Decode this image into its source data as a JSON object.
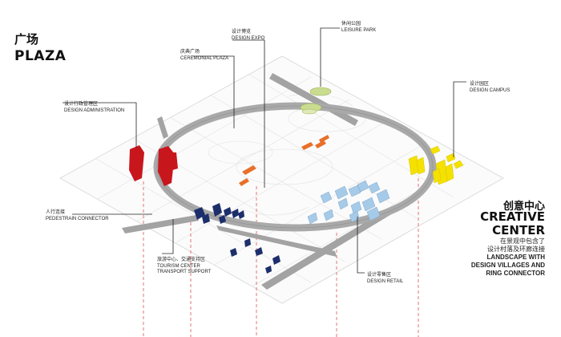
{
  "title": {
    "cn": "广场",
    "en": "PLAZA"
  },
  "labels": {
    "design_expo": {
      "cn": "设计博览",
      "en": "DESIGN EXPO"
    },
    "leisure_park": {
      "cn": "休闲公园",
      "en": "LEISURE PARK"
    },
    "ceremonial_plaza": {
      "cn": "庆典广场",
      "en": "CEREMONIAL PLAZA"
    },
    "design_campus": {
      "cn": "设计园区",
      "en": "DESIGN CAMPUS"
    },
    "design_administration": {
      "cn": "设计行政管理区",
      "en": "DESIGN ADMINISTRATION"
    },
    "pedestrain_connector": {
      "cn": "人行连接",
      "en": "PEDESTRAIN CONNECTOR"
    },
    "tourism_center": {
      "cn": "旅游中心、交通支持区",
      "en1": "TOURISM CENTER",
      "en2": "TRANSPORT SUPPORT"
    },
    "design_retail": {
      "cn": "设计零售区",
      "en": "DESIGN RETAIL"
    }
  },
  "creative_center": {
    "cn": "创意中心",
    "en1": "CREATIVE",
    "en2": "CENTER",
    "desc_cn1": "在景观中包含了",
    "desc_cn2": "设计村落及环廊连接",
    "desc_en1": "LANDSCAPE WITH",
    "desc_en2": "DESIGN VILLAGES AND",
    "desc_en3": "RING CONNECTOR"
  },
  "colors": {
    "ring": "#a9a9a9",
    "red": "#c8161d",
    "navy": "#1d2f6b",
    "orange": "#e8702a",
    "blue": "#a6cbe8",
    "yellow": "#f5e100",
    "green": "#c9dc8f",
    "guide": "#e0525a",
    "road": "#a3a3a3"
  }
}
